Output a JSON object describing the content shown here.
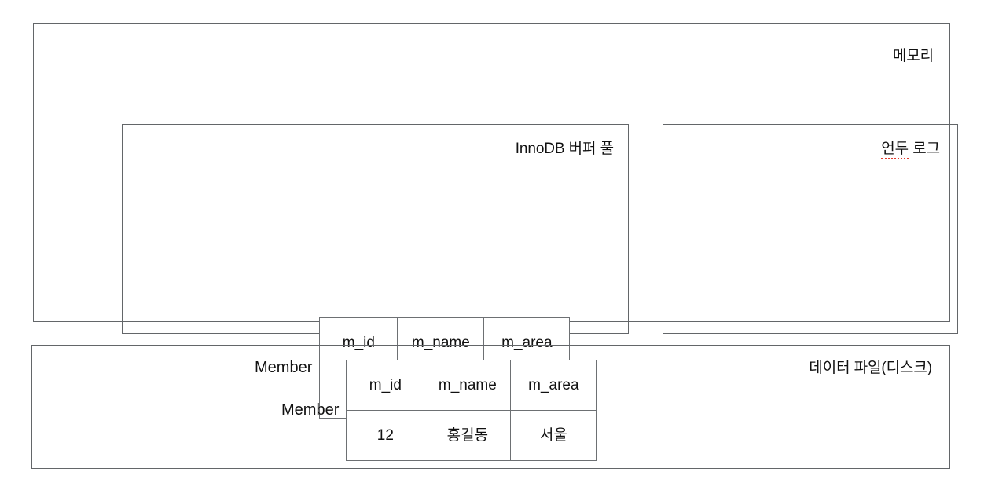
{
  "diagram": {
    "memory": {
      "label": "메모리",
      "buffer_pool": {
        "label": "InnoDB 버퍼 풀",
        "table": {
          "title": "Member",
          "columns": [
            "m_id",
            "m_name",
            "m_area"
          ],
          "rows": [
            [
              "12",
              "홍길동",
              "서울"
            ]
          ]
        }
      },
      "undo_log": {
        "label_misspelled": "언두",
        "label_rest": " 로그"
      }
    },
    "disk": {
      "label": "데이터 파일(디스크)",
      "table": {
        "title": "Member",
        "columns": [
          "m_id",
          "m_name",
          "m_area"
        ],
        "rows": [
          [
            "12",
            "홍길동",
            "서울"
          ]
        ]
      }
    }
  },
  "colors": {
    "border": "#636669",
    "table_border": "#6d7073",
    "text": "#111111",
    "spellcheck": "#e23b2e",
    "background": "#ffffff"
  }
}
